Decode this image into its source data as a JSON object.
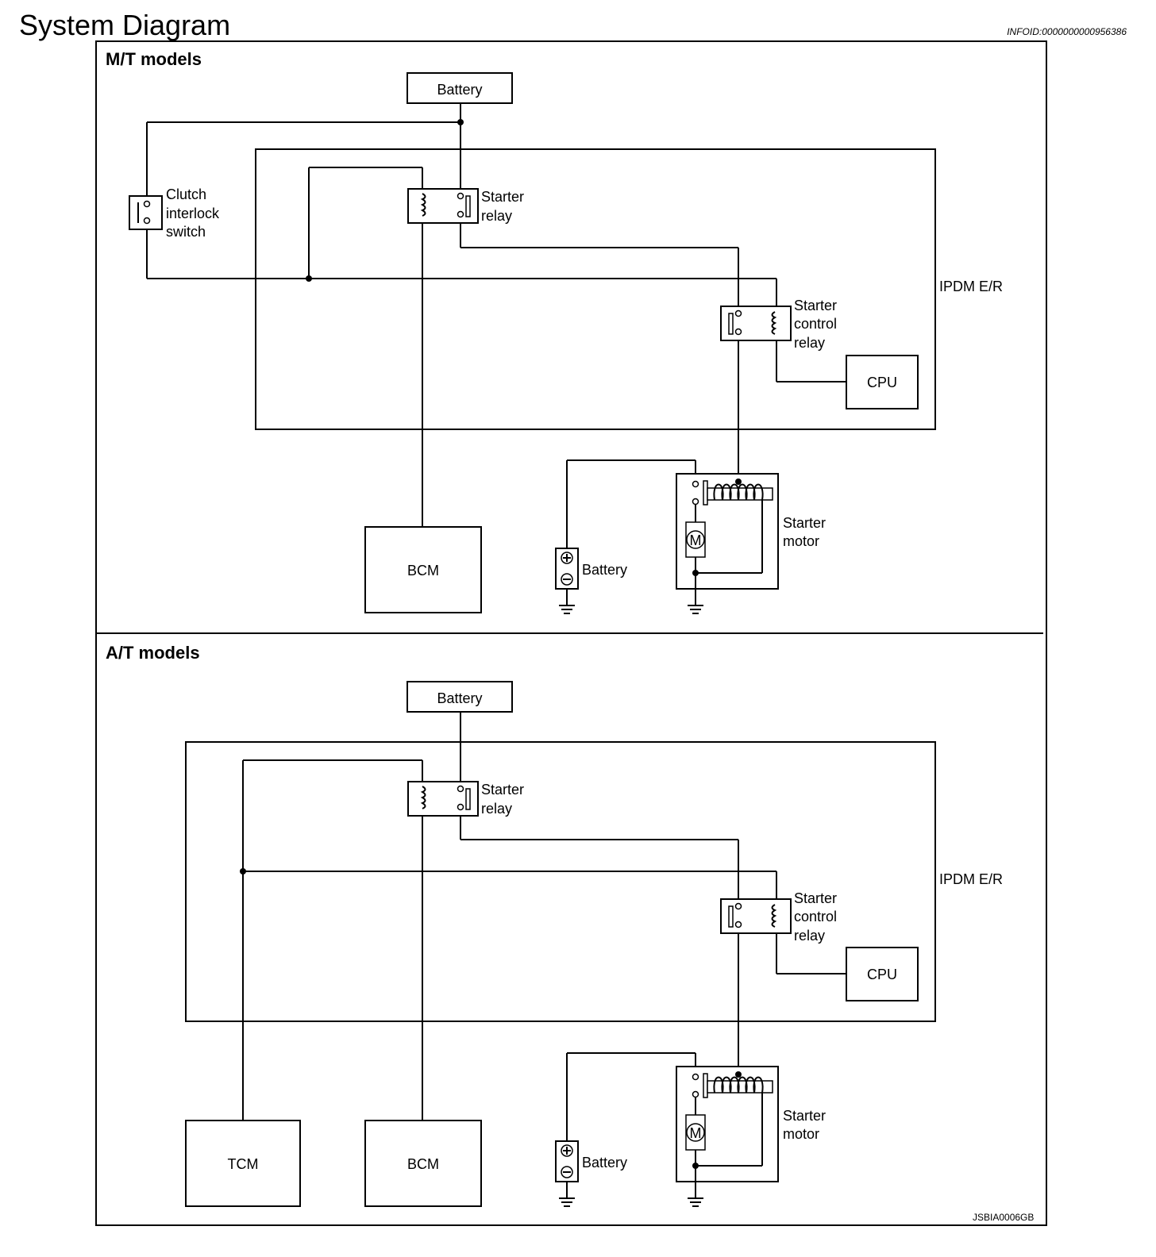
{
  "title": "System Diagram",
  "info_id": "INFOID:0000000000956386",
  "figure_code": "JSBIA0006GB",
  "sections": [
    {
      "heading": "M/T models",
      "battery": "Battery",
      "clutch_switch": [
        "Clutch",
        "interlock",
        "switch"
      ],
      "starter_relay": [
        "Starter",
        "relay"
      ],
      "ipdm": "IPDM E/R",
      "starter_control_relay": [
        "Starter",
        "control",
        "relay"
      ],
      "cpu": "CPU",
      "bcm": "BCM",
      "battery2": "Battery",
      "motor_symbol": "M",
      "starter_motor": [
        "Starter",
        "motor"
      ]
    },
    {
      "heading": "A/T models",
      "battery": "Battery",
      "starter_relay": [
        "Starter",
        "relay"
      ],
      "ipdm": "IPDM E/R",
      "starter_control_relay": [
        "Starter",
        "control",
        "relay"
      ],
      "cpu": "CPU",
      "tcm": "TCM",
      "bcm": "BCM",
      "battery2": "Battery",
      "motor_symbol": "M",
      "starter_motor": [
        "Starter",
        "motor"
      ]
    }
  ]
}
